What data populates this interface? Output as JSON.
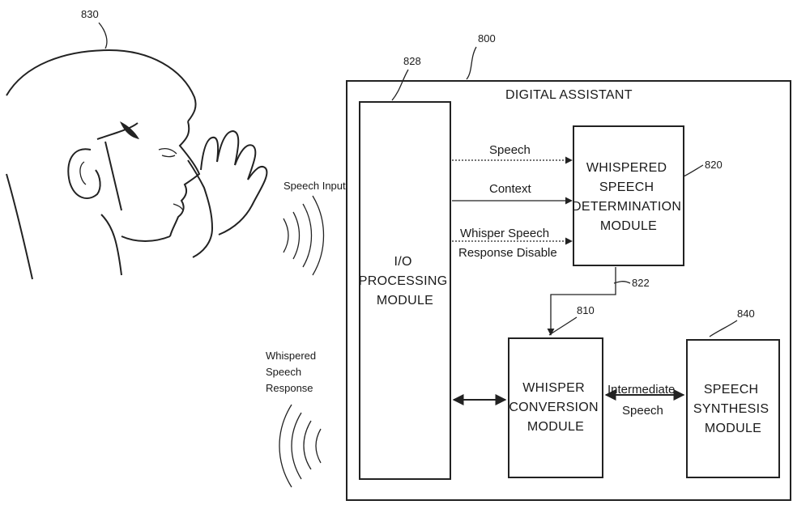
{
  "refs": {
    "person": "830",
    "system": "800",
    "io": "828",
    "wsd": "820",
    "link": "822",
    "wc": "810",
    "ss": "840"
  },
  "system_title": "DIGITAL ASSISTANT",
  "io_module": [
    "I/O",
    "PROCESSING",
    "MODULE"
  ],
  "wsd_module": [
    "WHISPERED",
    "SPEECH",
    "DETERMINATION",
    "MODULE"
  ],
  "wc_module": [
    "WHISPER",
    "CONVERSION",
    "MODULE"
  ],
  "ss_module": [
    "SPEECH",
    "SYNTHESIS",
    "MODULE"
  ],
  "signals": {
    "speech": "Speech",
    "context": "Context",
    "whisper_disable_1": "Whisper Speech",
    "whisper_disable_2": "Response Disable",
    "intermediate_1": "Intermediate",
    "intermediate_2": "Speech"
  },
  "external": {
    "speech_input": "Speech Input",
    "whispered_response": [
      "Whispered",
      "Speech",
      "Response"
    ]
  }
}
